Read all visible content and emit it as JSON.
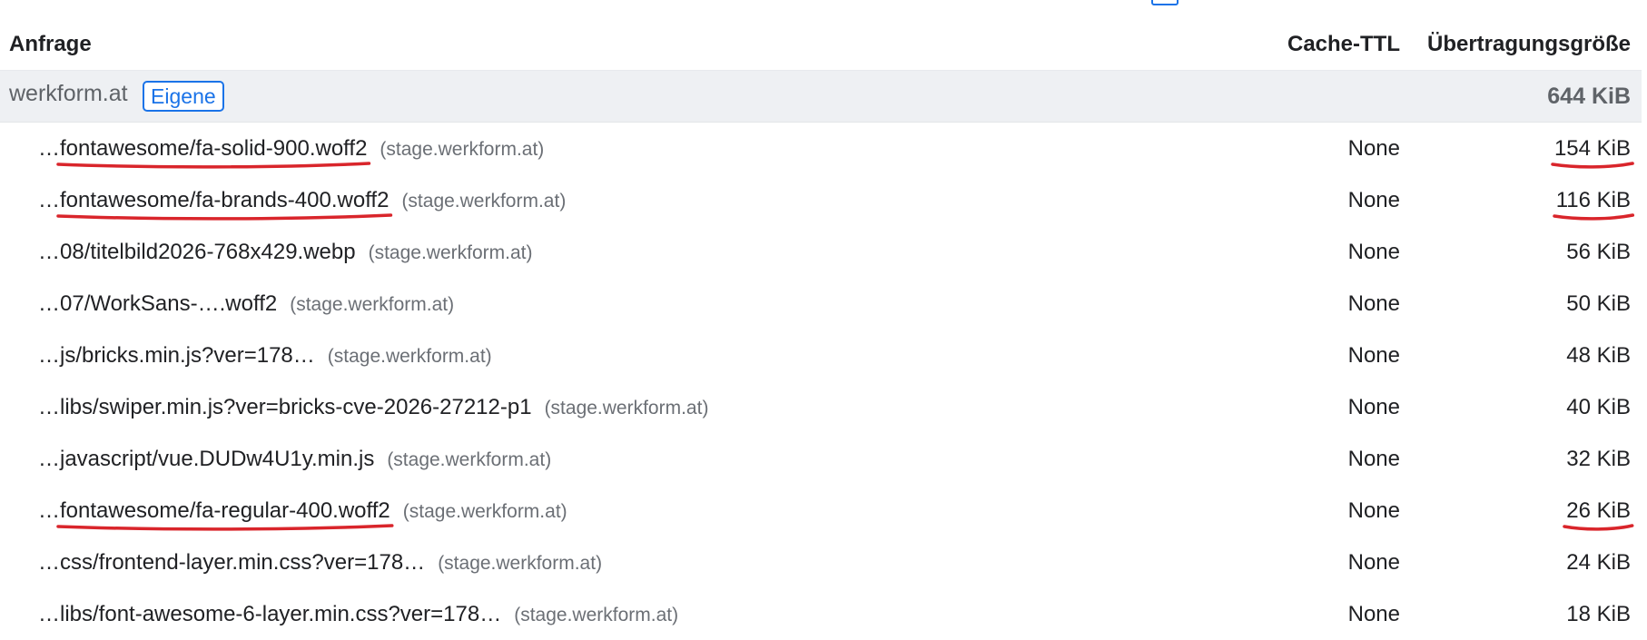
{
  "header": {
    "request_label": "Anfrage",
    "ttl_label": "Cache-TTL",
    "size_label": "Übertragungsgröße"
  },
  "group": {
    "name": "werkform.at",
    "badge": "Eigene",
    "size": "644 KiB"
  },
  "rows": [
    {
      "prefix": "…",
      "path": "fontawesome/fa-solid-900.woff2",
      "host": "(stage.werkform.at)",
      "ttl": "None",
      "size": "154 KiB",
      "highlighted": true
    },
    {
      "prefix": "…",
      "path": "fontawesome/fa-brands-400.woff2",
      "host": "(stage.werkform.at)",
      "ttl": "None",
      "size": "116 KiB",
      "highlighted": true
    },
    {
      "prefix": "…",
      "path": "08/titelbild2026-768x429.webp",
      "host": "(stage.werkform.at)",
      "ttl": "None",
      "size": "56 KiB",
      "highlighted": false
    },
    {
      "prefix": "…",
      "path": "07/WorkSans-….woff2",
      "host": "(stage.werkform.at)",
      "ttl": "None",
      "size": "50 KiB",
      "highlighted": false
    },
    {
      "prefix": "…",
      "path": "js/bricks.min.js?ver=178…",
      "host": "(stage.werkform.at)",
      "ttl": "None",
      "size": "48 KiB",
      "highlighted": false
    },
    {
      "prefix": "…",
      "path": "libs/swiper.min.js?ver=bricks-cve-2026-27212-p1",
      "host": "(stage.werkform.at)",
      "ttl": "None",
      "size": "40 KiB",
      "highlighted": false
    },
    {
      "prefix": "…",
      "path": "javascript/vue.DUDw4U1y.min.js",
      "host": "(stage.werkform.at)",
      "ttl": "None",
      "size": "32 KiB",
      "highlighted": false
    },
    {
      "prefix": "…",
      "path": "fontawesome/fa-regular-400.woff2",
      "host": "(stage.werkform.at)",
      "ttl": "None",
      "size": "26 KiB",
      "highlighted": true
    },
    {
      "prefix": "…",
      "path": "css/frontend-layer.min.css?ver=178…",
      "host": "(stage.werkform.at)",
      "ttl": "None",
      "size": "24 KiB",
      "highlighted": false
    },
    {
      "prefix": "…",
      "path": "libs/font-awesome-6-layer.min.css?ver=178…",
      "host": "(stage.werkform.at)",
      "ttl": "None",
      "size": "18 KiB",
      "highlighted": false
    }
  ],
  "colors": {
    "annotation_red": "#d9252b",
    "badge_blue": "#1a73e8",
    "group_bg": "#eef0f3"
  }
}
